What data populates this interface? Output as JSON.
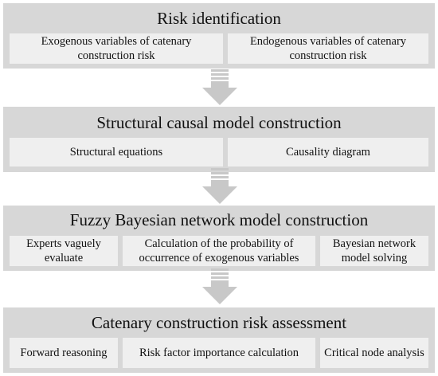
{
  "stages": [
    {
      "title": "Risk identification",
      "items": [
        "Exogenous variables of catenary construction risk",
        "Endogenous variables of catenary construction risk"
      ]
    },
    {
      "title": "Structural causal model construction",
      "items": [
        "Structural equations",
        "Causality diagram"
      ]
    },
    {
      "title": "Fuzzy Bayesian network model construction",
      "items": [
        "Experts vaguely evaluate",
        "Calculation of the probability of occurrence of exogenous variables",
        "Bayesian network model solving"
      ]
    },
    {
      "title": "Catenary construction risk assessment",
      "items": [
        "Forward reasoning",
        "Risk factor importance calculation",
        "Critical node analysis"
      ]
    }
  ],
  "colors": {
    "stage_bg": "#d7d7d7",
    "box_bg": "#efefef",
    "arrow": "#c8c8c8"
  }
}
